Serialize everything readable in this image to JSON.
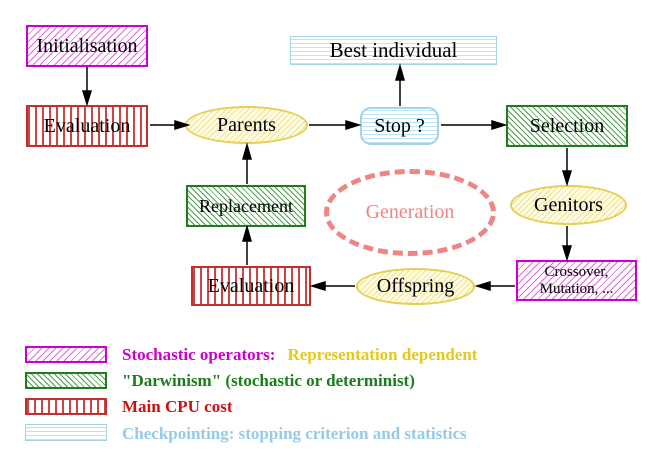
{
  "nodes": {
    "initialisation": "Initialisation",
    "evaluation_top": "Evaluation",
    "parents": "Parents",
    "best_individual": "Best individual",
    "stop": "Stop ?",
    "selection": "Selection",
    "replacement": "Replacement",
    "generation": "Generation",
    "genitors": "Genitors",
    "crossover_line1": "Crossover,",
    "crossover_line2": "Mutation, ...",
    "offspring": "Offspring",
    "evaluation_bottom": "Evaluation"
  },
  "legend": {
    "stochastic": {
      "label": "Stochastic operators:",
      "suffix": "Representation dependent"
    },
    "darwinism": {
      "label": "\"Darwinism\" (stochastic or determinist)"
    },
    "cpu": {
      "label": "Main CPU cost"
    },
    "checkpointing": {
      "label": "Checkpointing: stopping criterion and statistics"
    }
  },
  "colors": {
    "magenta": "#cc00cc",
    "green": "#1f7d1f",
    "red": "#c03030",
    "cyan": "#a5d2e8",
    "yellow": "#e5cf54",
    "salmon": "#ee8585",
    "gold_text": "#e8c818",
    "red_text": "#cc1111",
    "arrow": "#000000"
  }
}
